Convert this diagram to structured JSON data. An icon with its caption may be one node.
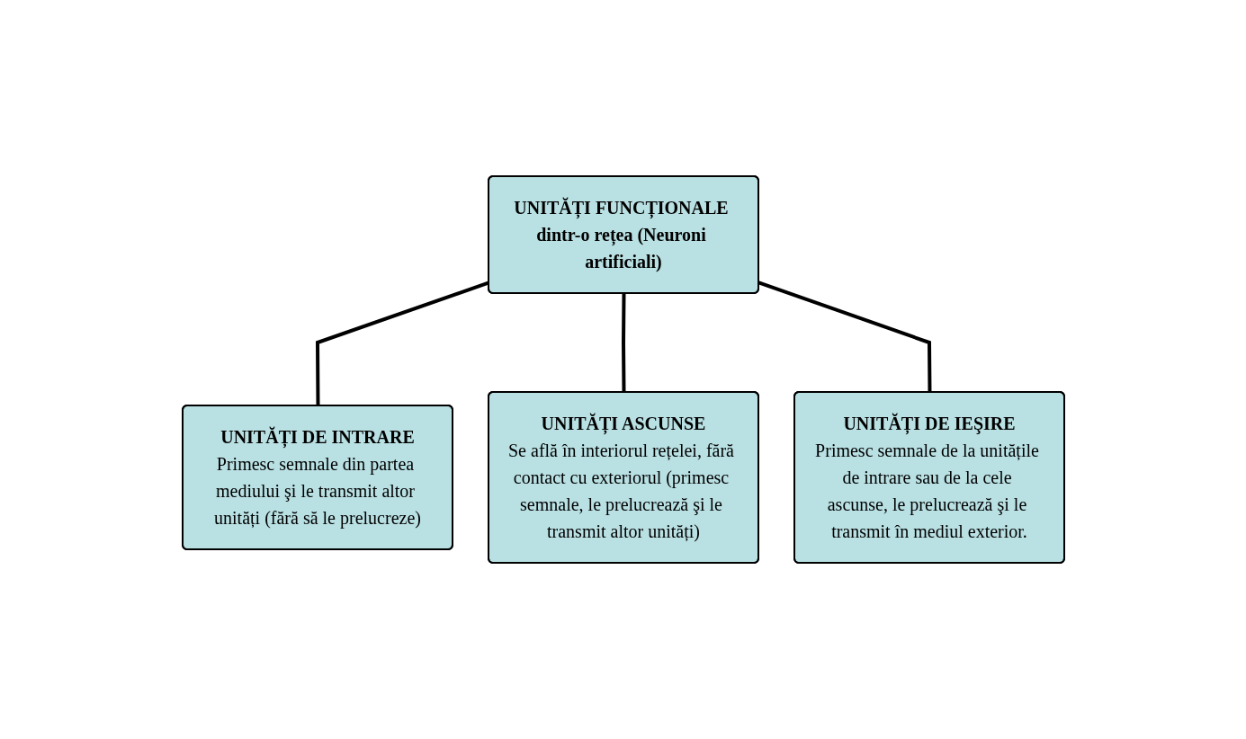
{
  "diagram": {
    "nodes": [
      {
        "text": [
          "UNITĂȚI FUNCȚIONALE dintr-o rețea (Neuroni artificiali)"
        ]
      },
      {
        "text": [
          "UNITĂȚI DE INTRARE",
          "Primesc semnale din partea mediului şi le transmit altor unități (fără să le prelucreze)"
        ]
      },
      {
        "text": [
          "UNITĂȚI ASCUNSE",
          "Se află în interiorul rețelei, fără contact cu exteriorul (primesc semnale, le prelucrează şi le transmit altor unități)"
        ]
      },
      {
        "text": [
          "UNITĂȚI DE IEŞIRE",
          "Primesc semnale de la unitățile de intrare sau de la cele ascunse, le prelucrează şi le transmit în mediul exterior."
        ]
      }
    ],
    "edges": [
      {
        "from": 0,
        "to": 1,
        "arrow": "none"
      },
      {
        "from": 0,
        "to": 2,
        "arrow": "none"
      },
      {
        "from": 0,
        "to": 3,
        "arrow": "none"
      }
    ]
  }
}
